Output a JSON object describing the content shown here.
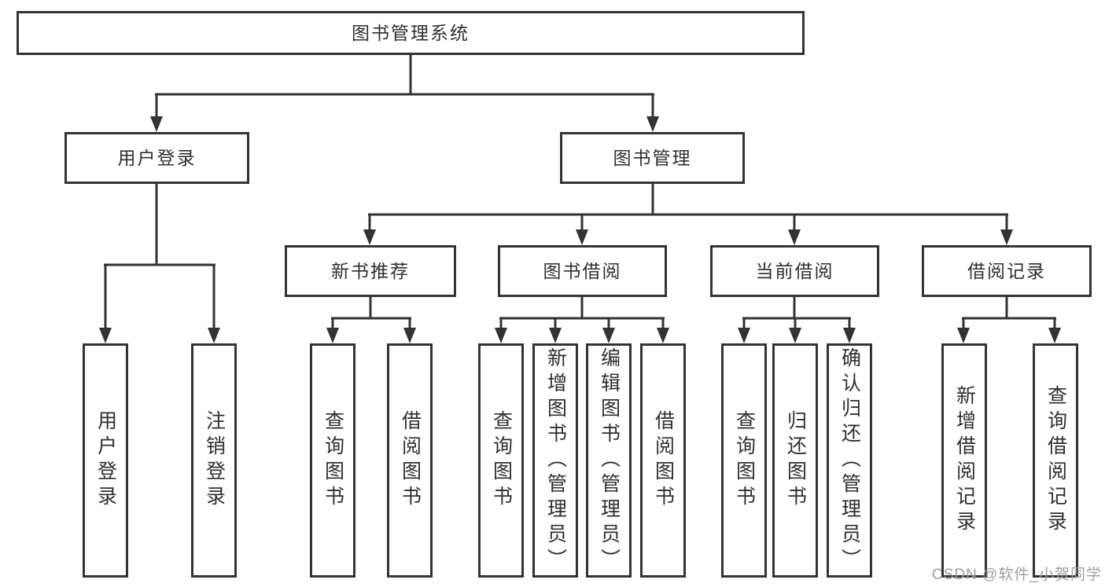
{
  "diagram": {
    "root": {
      "label": "图书管理系统"
    },
    "branches": [
      {
        "label": "用户登录",
        "children": [
          {
            "label": "用户登录"
          },
          {
            "label": "注销登录"
          }
        ]
      },
      {
        "label": "图书管理",
        "sections": [
          {
            "label": "新书推荐",
            "children": [
              {
                "label": "查询图书"
              },
              {
                "label": "借阅图书"
              }
            ]
          },
          {
            "label": "图书借阅",
            "children": [
              {
                "label": "查询图书"
              },
              {
                "label": "新增图书（管理员）"
              },
              {
                "label": "编辑图书（管理员）"
              },
              {
                "label": "借阅图书"
              }
            ]
          },
          {
            "label": "当前借阅",
            "children": [
              {
                "label": "查询图书"
              },
              {
                "label": "归还图书"
              },
              {
                "label": "确认归还（管理员）"
              }
            ]
          },
          {
            "label": "借阅记录",
            "children": [
              {
                "label": "新增借阅记录"
              },
              {
                "label": "查询借阅记录"
              }
            ]
          }
        ]
      }
    ]
  },
  "watermark": {
    "text": "CSDN @软件_小贺同学"
  },
  "colors": {
    "line": "#333333",
    "text": "#2f2f2f",
    "watermark": "#9e9e9e",
    "background": "#ffffff"
  }
}
